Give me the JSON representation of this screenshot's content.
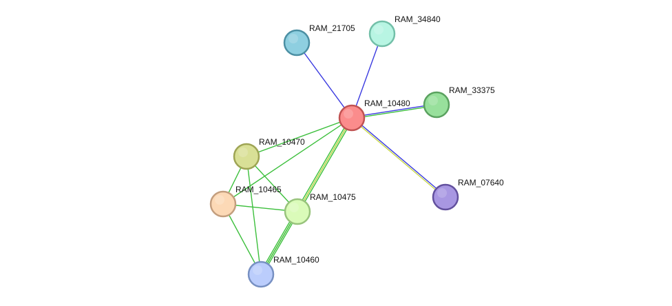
{
  "network": {
    "nodes": [
      {
        "id": "RAM_10480",
        "label": "RAM_10480",
        "fill": "#fb8c8c",
        "stroke": "#c05252"
      },
      {
        "id": "RAM_21705",
        "label": "RAM_21705",
        "fill": "#8ecfe0",
        "stroke": "#4b8fa3"
      },
      {
        "id": "RAM_34840",
        "label": "RAM_34840",
        "fill": "#b8f5e3",
        "stroke": "#72bfa8"
      },
      {
        "id": "RAM_33375",
        "label": "RAM_33375",
        "fill": "#98e09c",
        "stroke": "#5aa15f"
      },
      {
        "id": "RAM_07640",
        "label": "RAM_07640",
        "fill": "#a897e2",
        "stroke": "#62509d"
      },
      {
        "id": "RAM_10470",
        "label": "RAM_10470",
        "fill": "#d9e096",
        "stroke": "#9ea454"
      },
      {
        "id": "RAM_10465",
        "label": "RAM_10465",
        "fill": "#fcd9b6",
        "stroke": "#c39e7e"
      },
      {
        "id": "RAM_10475",
        "label": "RAM_10475",
        "fill": "#dafbb9",
        "stroke": "#98c37c"
      },
      {
        "id": "RAM_10460",
        "label": "RAM_10460",
        "fill": "#bbcdfc",
        "stroke": "#7790c2"
      }
    ],
    "edges": [
      {
        "source": "RAM_10480",
        "target": "RAM_21705",
        "colors": [
          "#3a3ae0"
        ]
      },
      {
        "source": "RAM_10480",
        "target": "RAM_34840",
        "colors": [
          "#3a3ae0"
        ]
      },
      {
        "source": "RAM_10480",
        "target": "RAM_33375",
        "colors": [
          "#3a3ae0",
          "#3cbf3c"
        ]
      },
      {
        "source": "RAM_10480",
        "target": "RAM_07640",
        "colors": [
          "#3a3ae0",
          "#c8d84a"
        ]
      },
      {
        "source": "RAM_10480",
        "target": "RAM_10470",
        "colors": [
          "#3cbf3c"
        ]
      },
      {
        "source": "RAM_10480",
        "target": "RAM_10465",
        "colors": [
          "#3cbf3c"
        ]
      },
      {
        "source": "RAM_10480",
        "target": "RAM_10475",
        "colors": [
          "#3cbf3c"
        ]
      },
      {
        "source": "RAM_10480",
        "target": "RAM_10460",
        "colors": [
          "#3cbf3c",
          "#c8d84a",
          "#3cbf3c"
        ]
      },
      {
        "source": "RAM_10470",
        "target": "RAM_10465",
        "colors": [
          "#3cbf3c"
        ]
      },
      {
        "source": "RAM_10470",
        "target": "RAM_10475",
        "colors": [
          "#3cbf3c"
        ]
      },
      {
        "source": "RAM_10470",
        "target": "RAM_10460",
        "colors": [
          "#3cbf3c"
        ]
      },
      {
        "source": "RAM_10465",
        "target": "RAM_10475",
        "colors": [
          "#3cbf3c"
        ]
      },
      {
        "source": "RAM_10465",
        "target": "RAM_10460",
        "colors": [
          "#3cbf3c"
        ]
      },
      {
        "source": "RAM_10475",
        "target": "RAM_10460",
        "colors": [
          "#3cbf3c"
        ]
      }
    ]
  }
}
